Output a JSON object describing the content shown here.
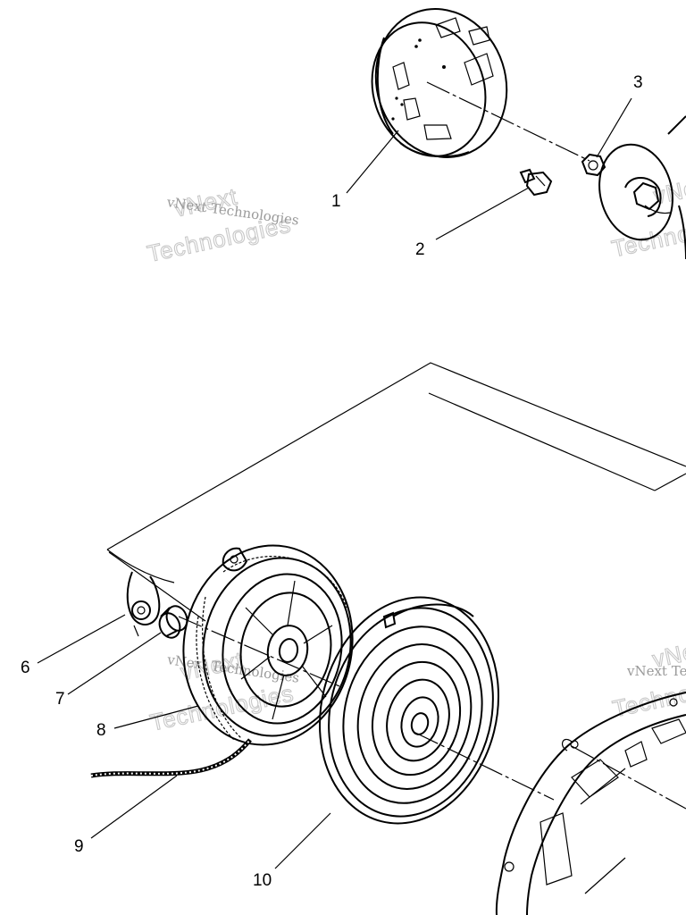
{
  "callouts": [
    "1",
    "2",
    "3",
    "6",
    "7",
    "8",
    "9",
    "10"
  ],
  "watermark": {
    "line1": "vNext",
    "line2": "Technologies",
    "small": "vNext Technologies"
  }
}
